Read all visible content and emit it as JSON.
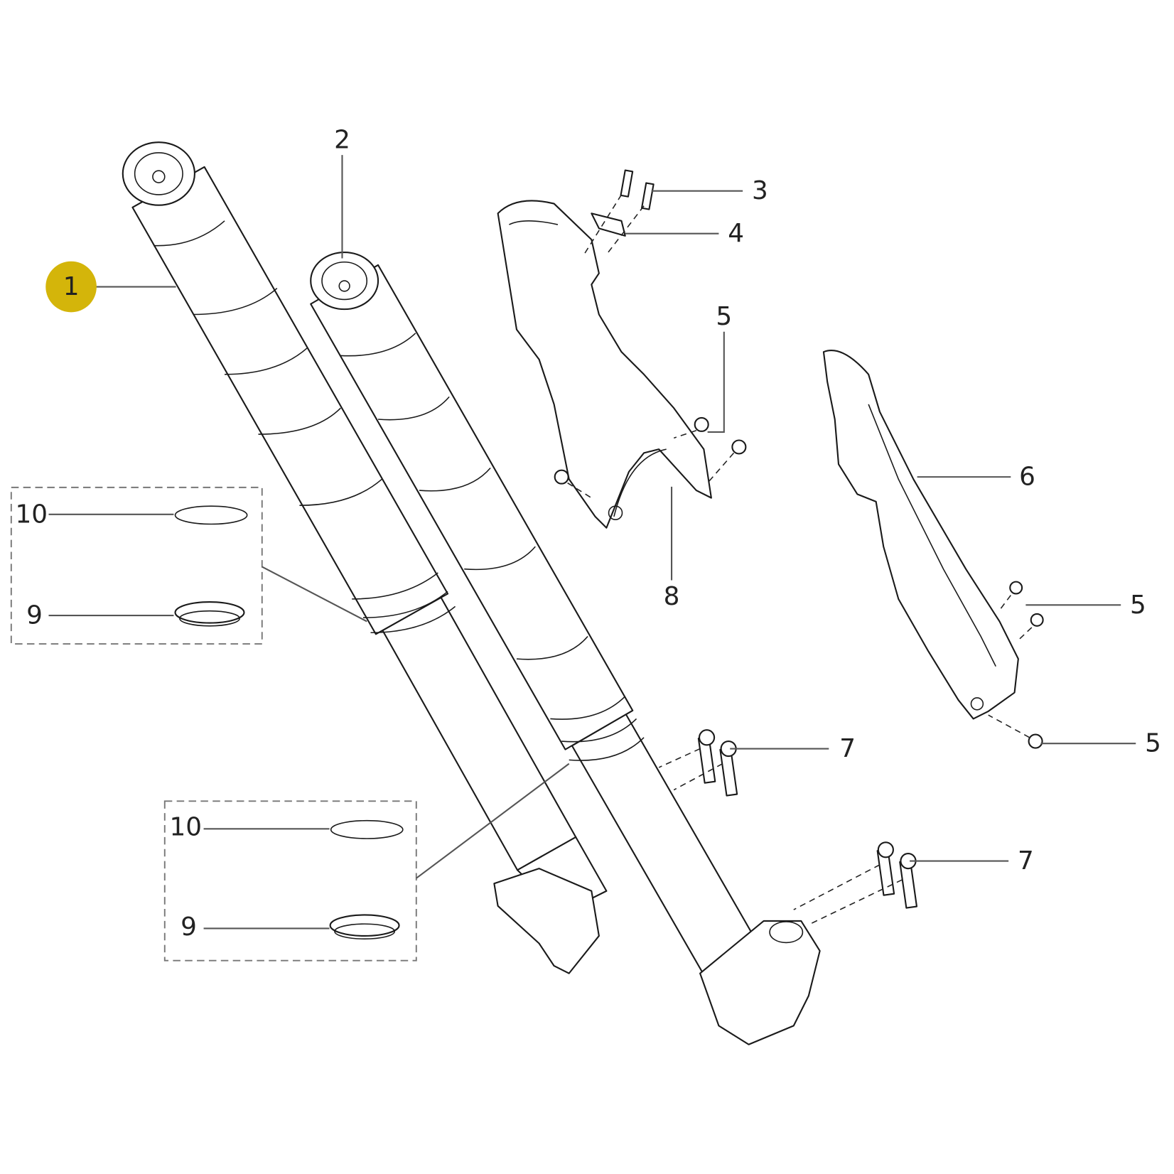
{
  "diagram": {
    "highlight_color": "#d4b50a",
    "highlighted_callout": "1",
    "callouts": {
      "c1": "1",
      "c2": "2",
      "c3": "3",
      "c4": "4",
      "c5a": "5",
      "c5b": "5",
      "c5c": "5",
      "c6": "6",
      "c7a": "7",
      "c7b": "7",
      "c8": "8",
      "box1_10": "10",
      "box1_9": "9",
      "box2_10": "10",
      "box2_9": "9"
    }
  }
}
